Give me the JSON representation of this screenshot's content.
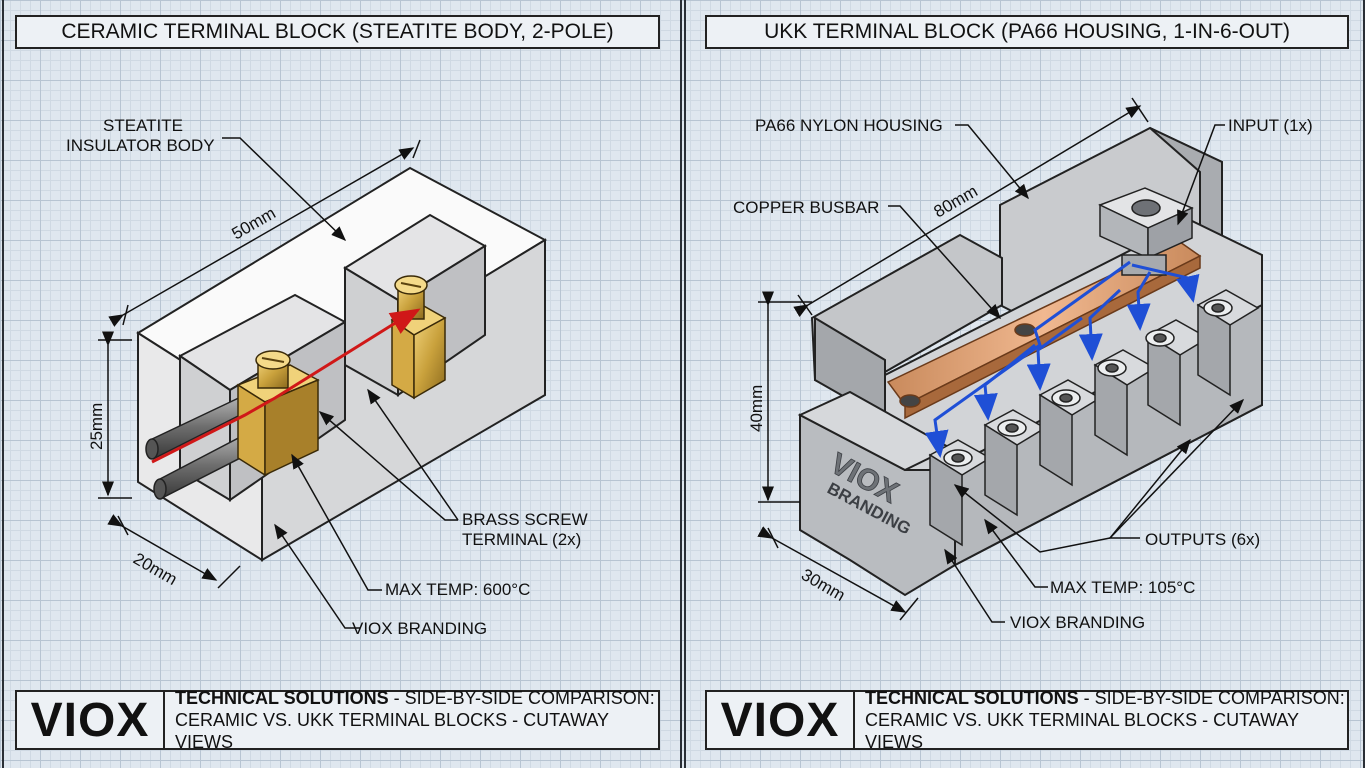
{
  "left": {
    "title": "CERAMIC TERMINAL BLOCK (STEATITE BODY, 2-POLE)",
    "labels": {
      "body_line1": "STEATITE",
      "body_line2": "INSULATOR BODY",
      "brass_line1": "BRASS SCREW",
      "brass_line2": "TERMINAL (2x)",
      "max_temp": "MAX TEMP: 600°C",
      "branding": "VIOX BRANDING"
    },
    "dims": {
      "length": "50mm",
      "height": "25mm",
      "depth": "20mm"
    }
  },
  "right": {
    "title": "UKK TERMINAL BLOCK (PA66 HOUSING, 1-IN-6-OUT)",
    "labels": {
      "housing": "PA66 NYLON HOUSING",
      "busbar": "COPPER BUSBAR",
      "input": "INPUT (1x)",
      "outputs": "OUTPUTS (6x)",
      "max_temp": "MAX TEMP: 105°C",
      "branding": "VIOX BRANDING",
      "emboss1": "VIOX",
      "emboss2": "BRANDING"
    },
    "dims": {
      "length": "80mm",
      "height": "40mm",
      "depth": "30mm"
    }
  },
  "footer": {
    "logo": "VIOX",
    "bold": "TECHNICAL SOLUTIONS",
    "line1_rest": " - SIDE-BY-SIDE COMPARISON:",
    "line2": "CERAMIC VS. UKK TERMINAL BLOCKS - CUTAWAY VIEWS"
  },
  "colors": {
    "grid": "#b7c4d2",
    "steatite": "#f4f4f4",
    "brass": "#c9a13c",
    "copper": "#d89a6e",
    "nylon": "#c4c6c9",
    "current_arrow_red": "#d01818",
    "current_arrow_blue": "#1f4fd6"
  }
}
